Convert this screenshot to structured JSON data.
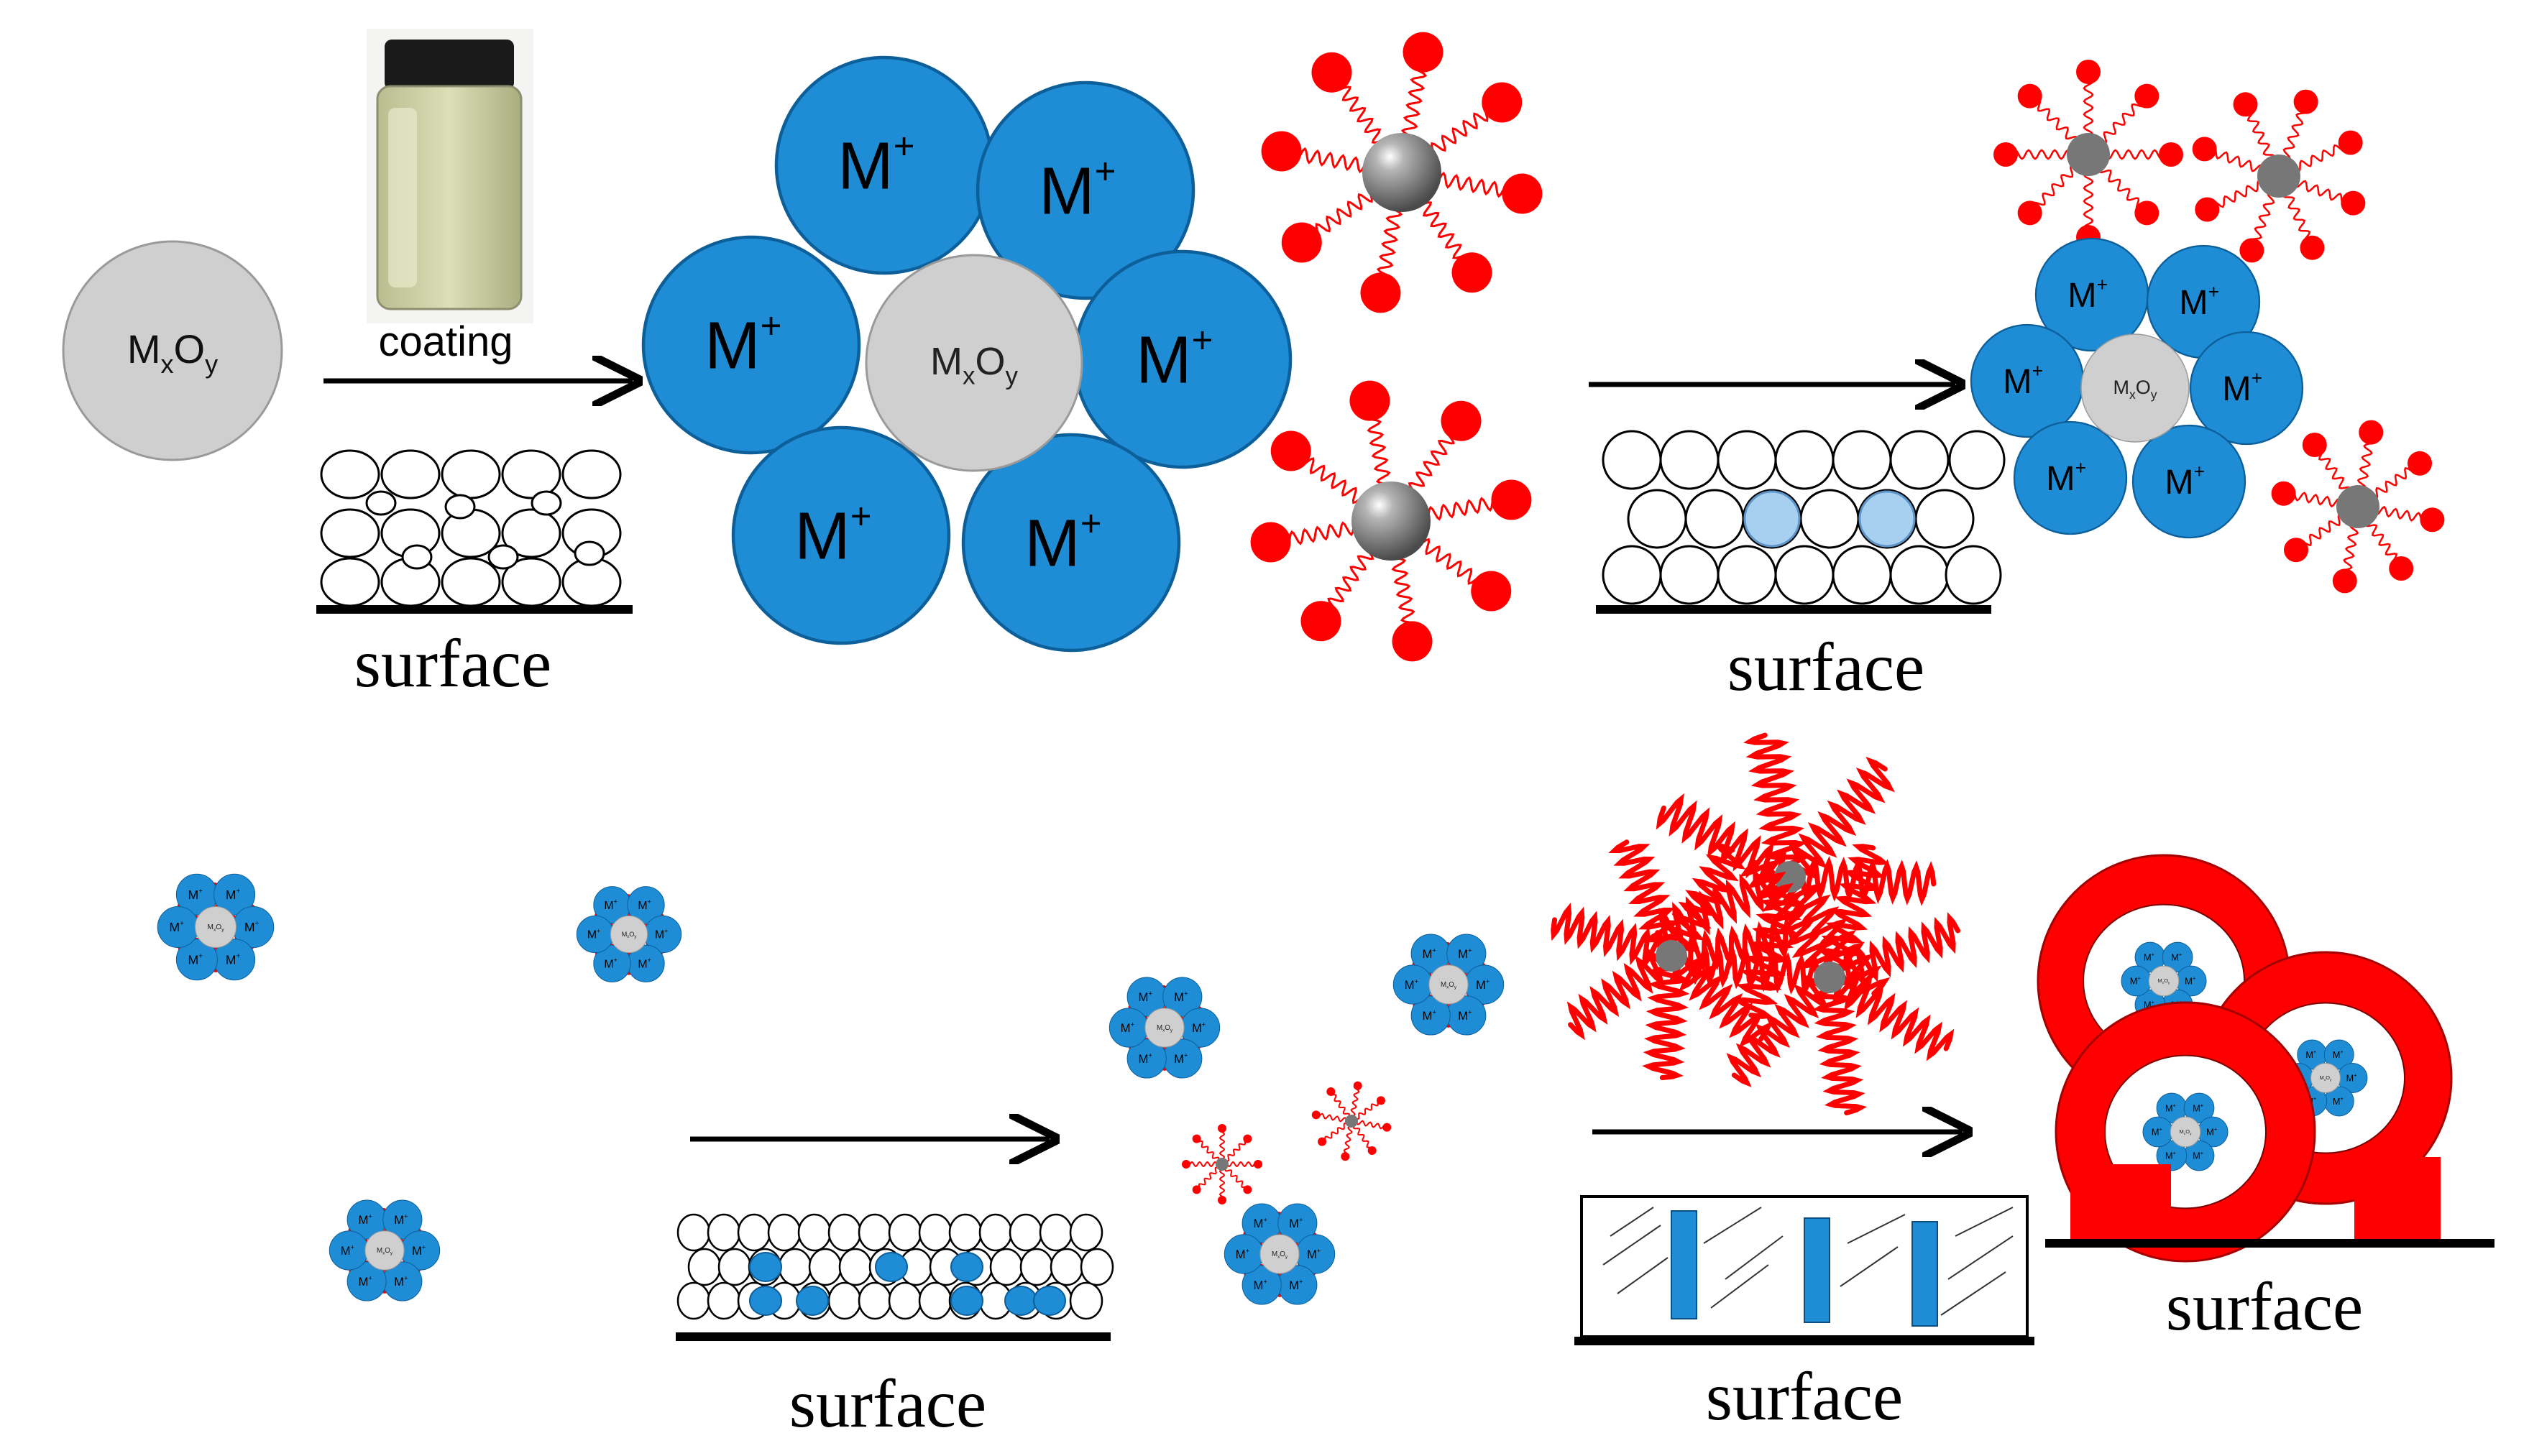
{
  "labels": {
    "mxoy_main": "M",
    "mxoy_sub_x": "x",
    "mxoy_o": "O",
    "mxoy_sub_y": "y",
    "cation": "M",
    "cation_sup": "+",
    "coating": "coating",
    "surface": "surface"
  },
  "colors": {
    "cation_blue": "#1f8dd6",
    "oxide_gray": "#cfcfcf",
    "polymer_red": "#ff0000",
    "node_gray": "#777777",
    "arrow": "#000000"
  },
  "icons": {
    "coating_vial": "vial-photo-icon",
    "arrow": "right-arrow-icon"
  }
}
